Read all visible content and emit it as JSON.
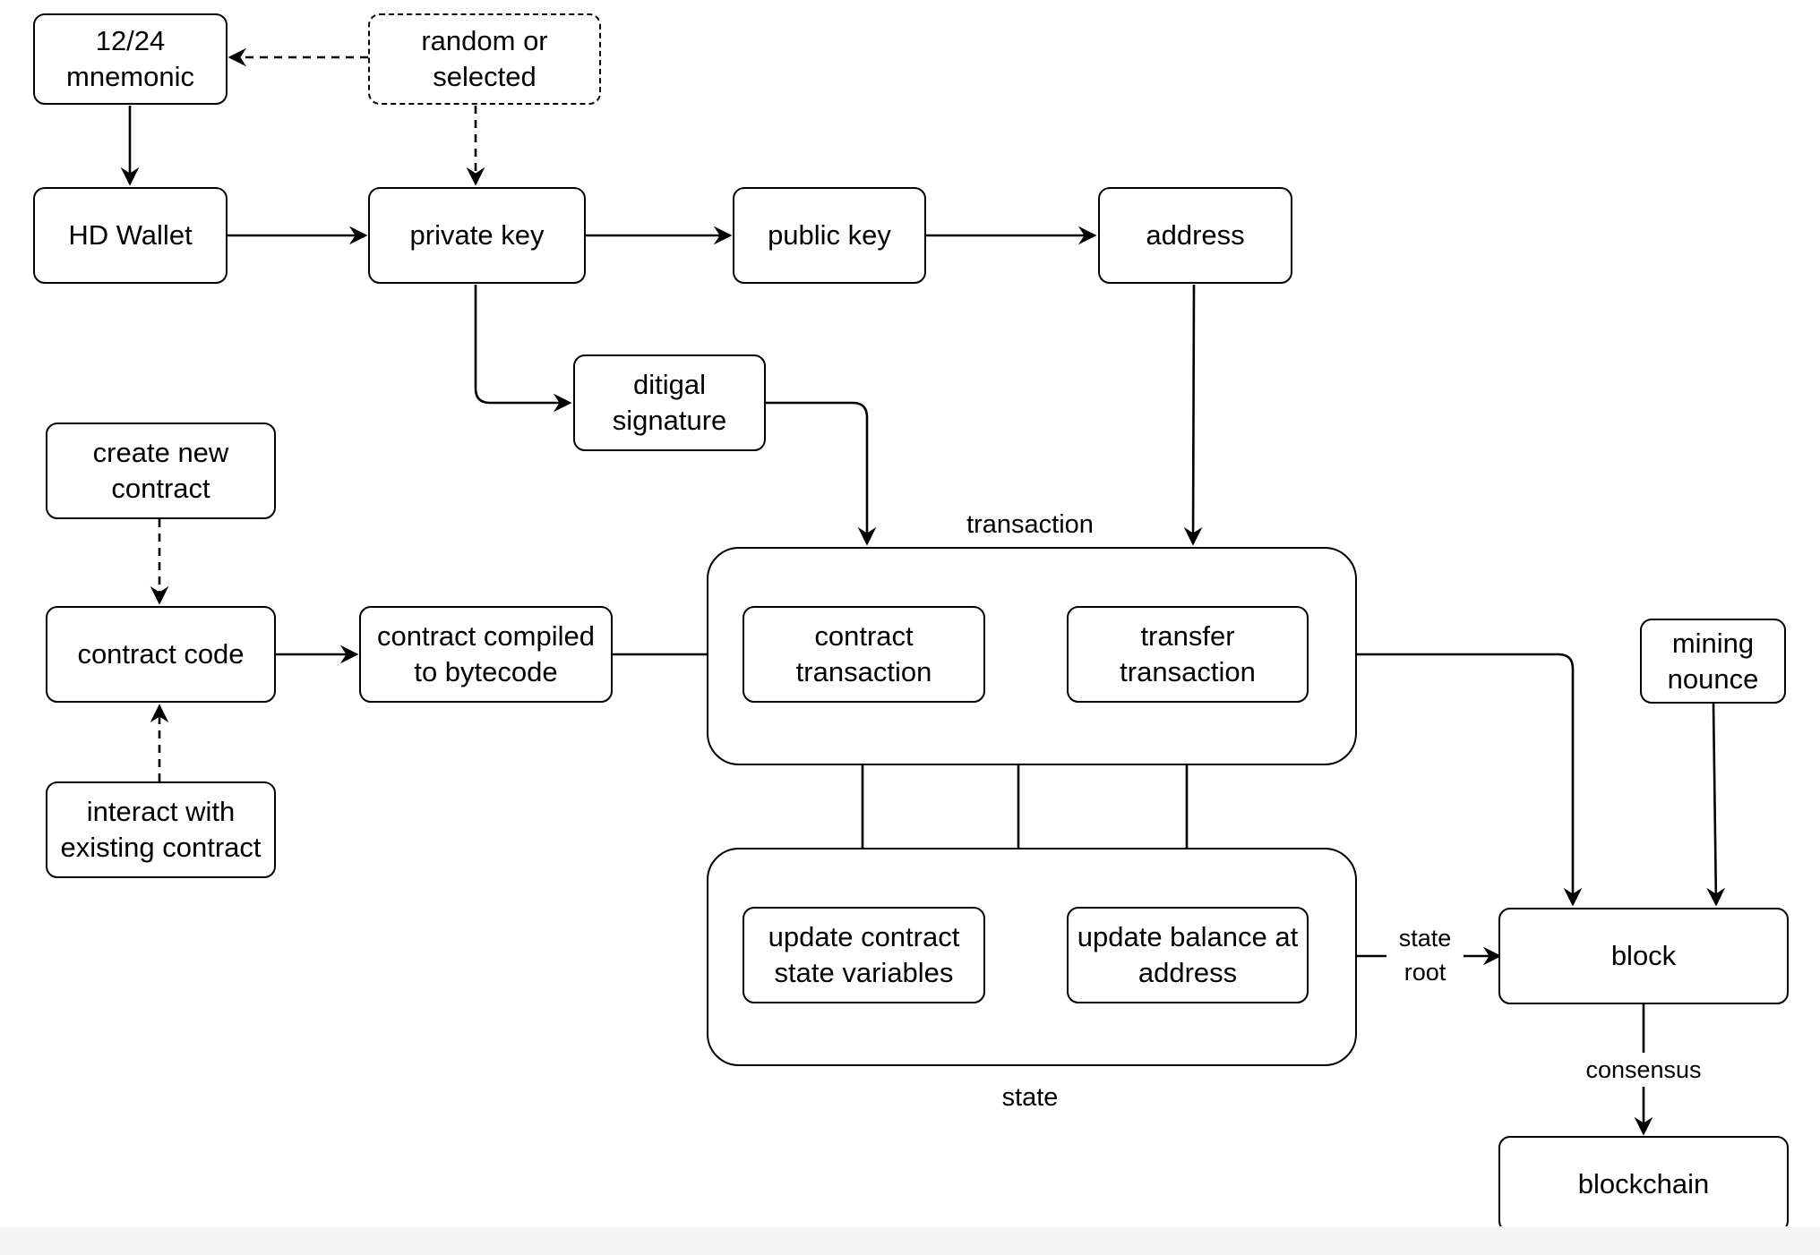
{
  "nodes": {
    "mnemonic": "12/24\nmnemonic",
    "random": "random or\nselected",
    "hd_wallet": "HD Wallet",
    "private_key": "private key",
    "public_key": "public key",
    "address": "address",
    "digital_signature": "ditigal\nsignature",
    "create_contract": "create new\ncontract",
    "contract_code": "contract code",
    "interact_contract": "interact with\nexisting contract",
    "compiled": "contract compiled\nto bytecode",
    "contract_tx": "contract\ntransaction",
    "transfer_tx": "transfer\ntransaction",
    "update_state_vars": "update contract\nstate variables",
    "update_balance": "update balance at\naddress",
    "mining_nounce": "mining\nnounce",
    "block": "block",
    "blockchain": "blockchain"
  },
  "groups": {
    "transaction": "transaction",
    "state": "state"
  },
  "edge_labels": {
    "state_root": "state\nroot",
    "consensus": "consensus"
  }
}
